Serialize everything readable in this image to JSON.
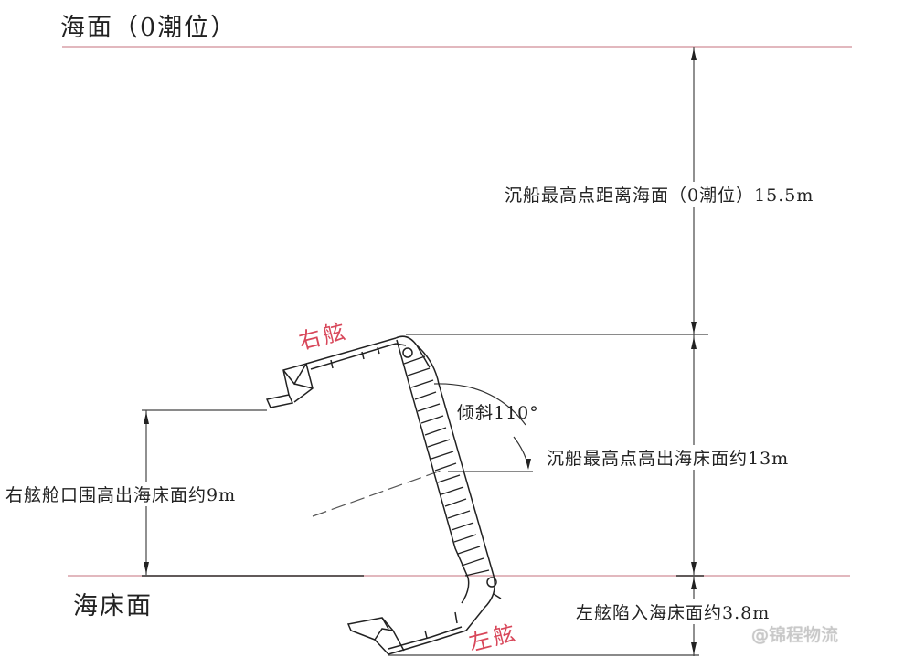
{
  "labels": {
    "sea_surface": "海面（0潮位）",
    "seabed": "海床面",
    "starboard": "右舷",
    "port": "左舷",
    "tilt": "倾斜110°",
    "dim_top_to_surface": "沉船最高点距离海面（0潮位）15.5m",
    "dim_top_above_seabed": "沉船最高点高出海床面约13m",
    "dim_starboard_hatch": "右舷舱口围高出海床面约9m",
    "dim_port_sunk": "左舷陷入海床面约3.8m"
  },
  "values": {
    "depth_to_surface_m": 15.5,
    "height_above_seabed_m": 13,
    "starboard_hatch_height_m": 9,
    "port_sunk_depth_m": 3.8,
    "tilt_deg": 110
  },
  "colors": {
    "sea_line": "#d9a0a8",
    "ink": "#333333",
    "accent_red": "#d8475a"
  },
  "watermark": "@锦程物流"
}
